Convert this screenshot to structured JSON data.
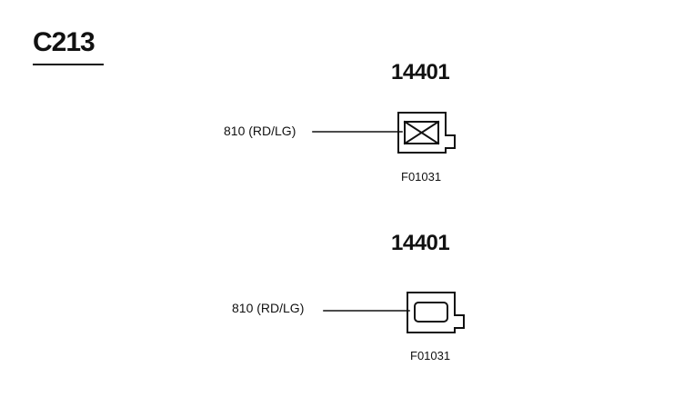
{
  "connector_id": "C213",
  "views": [
    {
      "part_number": "14401",
      "wire_label": "810 (RD/LG)",
      "figure_code": "F01031",
      "cavity_symbol": "x-box-icon"
    },
    {
      "part_number": "14401",
      "wire_label": "810 (RD/LG)",
      "figure_code": "F01031",
      "cavity_symbol": "rounded-rect-icon"
    }
  ],
  "colors": {
    "ink": "#111111",
    "background": "#ffffff"
  }
}
